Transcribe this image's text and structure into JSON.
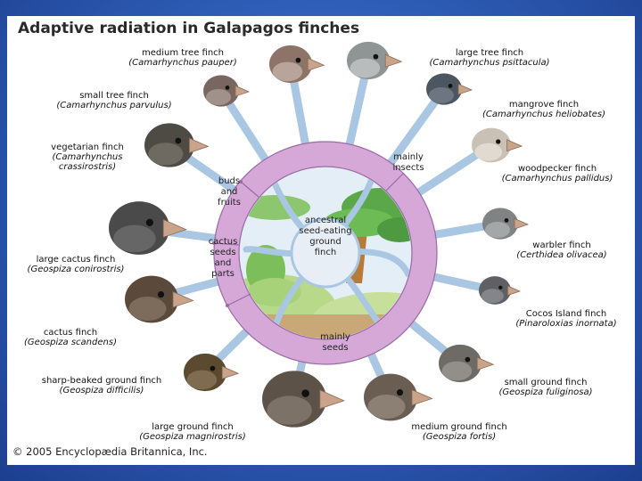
{
  "title": "Adaptive radiation in Galapagos finches",
  "copyright": "© 2005 Encyclopædia Britannica, Inc.",
  "center": {
    "label": "ancestral\nseed-eating\nground\nfinch"
  },
  "food_sectors": {
    "insects": "mainly\ninsects",
    "buds": "buds\nand\nfruits",
    "cactus": "cactus\nseeds\nand\nparts",
    "seeds": "mainly\nseeds"
  },
  "finches": [
    {
      "id": "medium-tree",
      "common": "medium tree finch",
      "scientific": "(Camarhynchus pauper)"
    },
    {
      "id": "large-tree",
      "common": "large tree finch",
      "scientific": "(Camarhynchus psittacula)"
    },
    {
      "id": "small-tree",
      "common": "small tree finch",
      "scientific": "(Camarhynchus parvulus)"
    },
    {
      "id": "mangrove",
      "common": "mangrove finch",
      "scientific": "(Camarhynchus heliobates)"
    },
    {
      "id": "vegetarian",
      "common": "vegetarian finch",
      "scientific": "(Camarhynchus crassirostris)"
    },
    {
      "id": "woodpecker",
      "common": "woodpecker finch",
      "scientific": "(Camarhynchus pallidus)"
    },
    {
      "id": "large-cactus",
      "common": "large cactus finch",
      "scientific": "(Geospiza conirostris)"
    },
    {
      "id": "warbler",
      "common": "warbler finch",
      "scientific": "(Certhidea olivacea)"
    },
    {
      "id": "cactus",
      "common": "cactus finch",
      "scientific": "(Geospiza scandens)"
    },
    {
      "id": "cocos",
      "common": "Cocos Island finch",
      "scientific": "(Pinaroloxias inornata)"
    },
    {
      "id": "sharp-beaked",
      "common": "sharp-beaked ground finch",
      "scientific": "(Geospiza difficilis)"
    },
    {
      "id": "small-ground",
      "common": "small ground finch",
      "scientific": "(Geospiza fuliginosa)"
    },
    {
      "id": "large-ground",
      "common": "large ground finch",
      "scientific": "(Geospiza magnirostris)"
    },
    {
      "id": "medium-ground",
      "common": "medium ground finch",
      "scientific": "(Geospiza fortis)"
    }
  ],
  "colors": {
    "ring": "#d5a8d8",
    "ring_edge": "#9a6aa6",
    "spoke": "#a9c6e2",
    "sky": "#dce9f3",
    "tree_green": "#5aa84a",
    "trunk": "#b87a3a"
  }
}
